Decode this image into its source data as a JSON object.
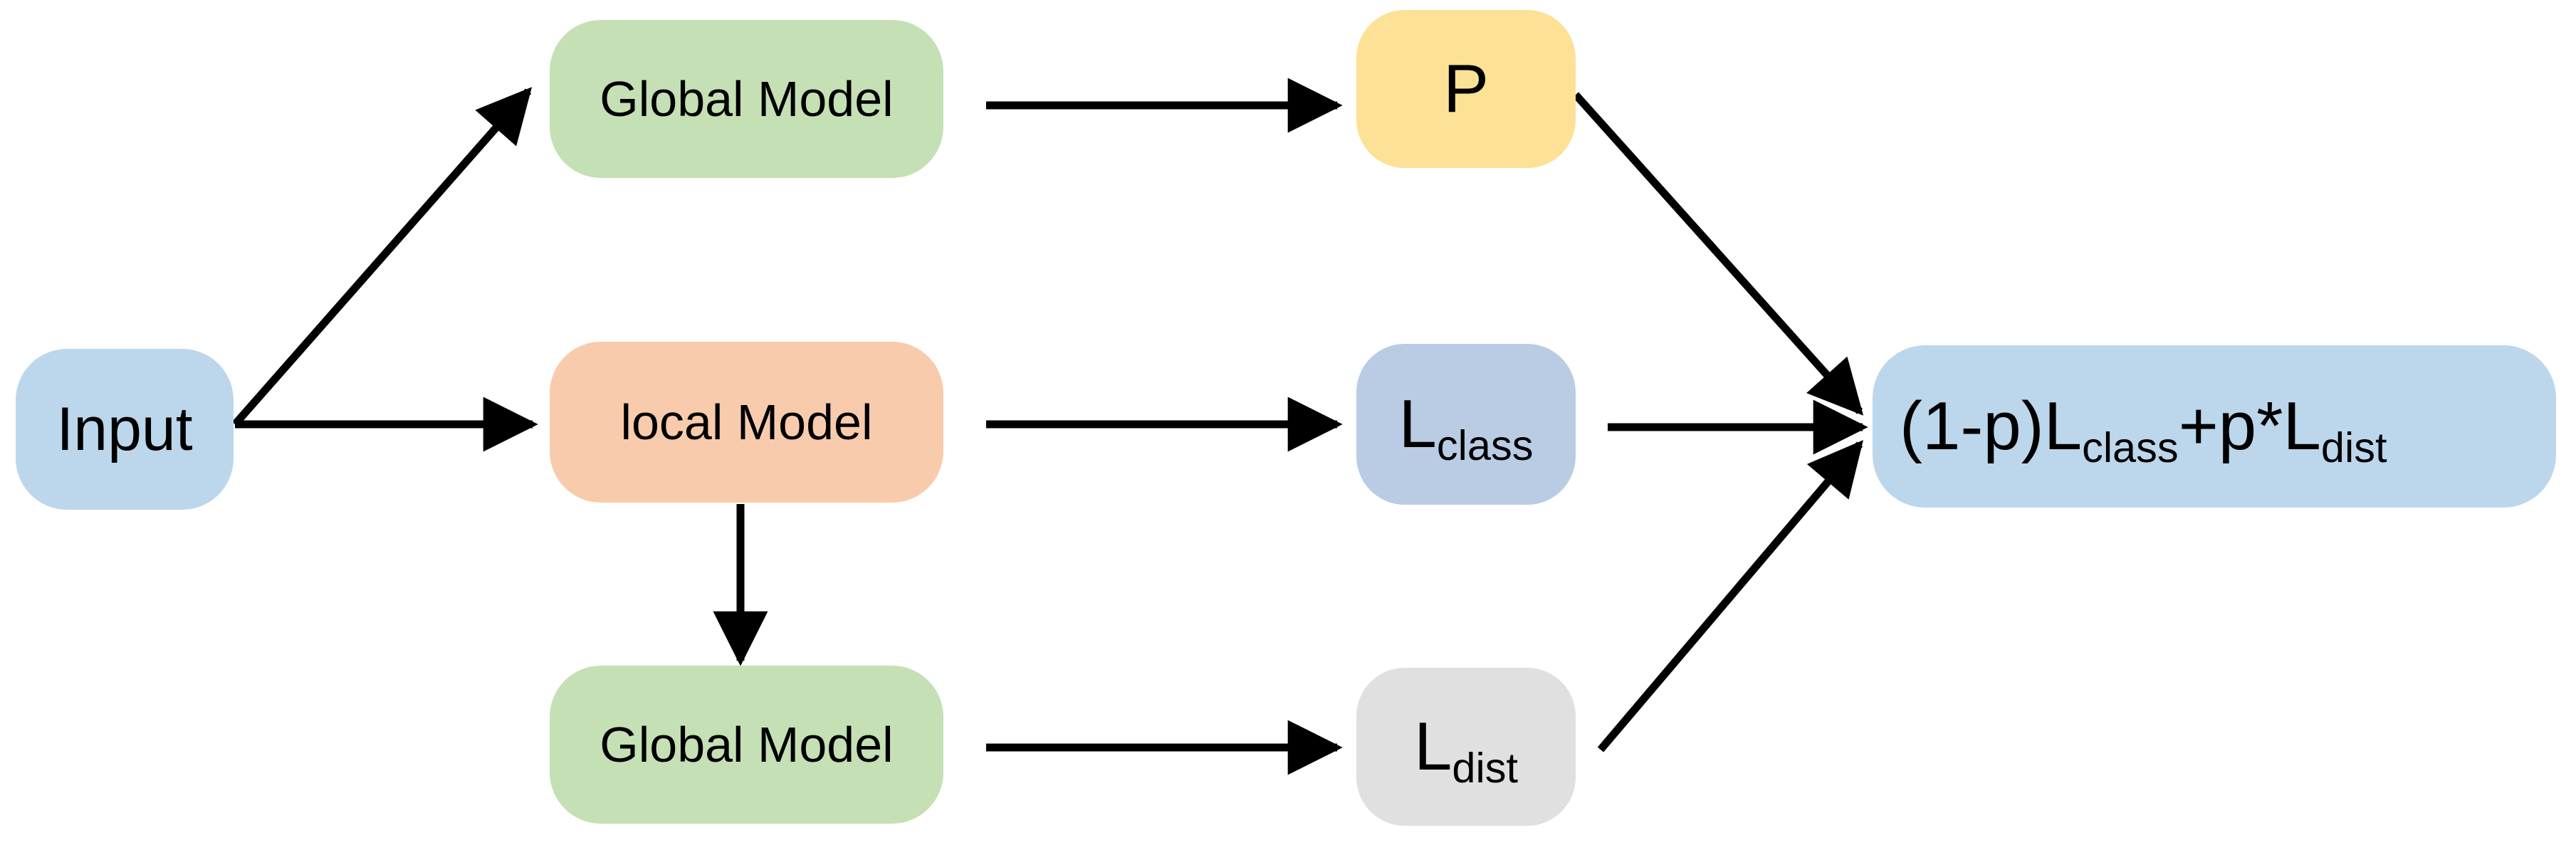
{
  "diagram": {
    "title": "Knowledge distillation loss composition flow",
    "background_color": "#ffffff",
    "edge_color": "#000000",
    "nodes": {
      "input": {
        "label": "Input",
        "color": "#bcd7ec",
        "shape": "rounded-rectangle"
      },
      "global_model_top": {
        "label": "Global Model",
        "color": "#c5e0b4",
        "shape": "rounded-rectangle"
      },
      "local_model": {
        "label": "local Model",
        "color": "#f8cbad",
        "shape": "rounded-rectangle"
      },
      "global_model_bottom": {
        "label": "Global Model",
        "color": "#c5e0b4",
        "shape": "rounded-rectangle"
      },
      "p": {
        "label": "P",
        "color": "#fce196",
        "shape": "rounded-rectangle"
      },
      "l_class": {
        "base": "L",
        "subscript": "class",
        "color": "#b9cce4",
        "shape": "rounded-rectangle"
      },
      "l_dist": {
        "base": "L",
        "subscript": "dist",
        "color": "#e0e0e0",
        "shape": "rounded-rectangle"
      },
      "loss_formula": {
        "part1": "(1-p)L",
        "sub1": "class",
        "part2": "+p*L",
        "sub2": "dist",
        "full_text": "(1-p)L_class+p*L_dist",
        "color": "#bcd7ec",
        "shape": "rounded-rectangle"
      }
    },
    "edges": [
      {
        "from": "input",
        "to": "global_model_top",
        "style": "diagonal-up-arrow"
      },
      {
        "from": "input",
        "to": "local_model",
        "style": "horizontal-arrow"
      },
      {
        "from": "global_model_top",
        "to": "p",
        "style": "horizontal-arrow"
      },
      {
        "from": "local_model",
        "to": "l_class",
        "style": "horizontal-arrow"
      },
      {
        "from": "local_model",
        "to": "global_model_bottom",
        "style": "vertical-down-arrow"
      },
      {
        "from": "global_model_bottom",
        "to": "l_dist",
        "style": "horizontal-arrow"
      },
      {
        "from": "p",
        "to": "loss_formula",
        "style": "diagonal-down-arrow"
      },
      {
        "from": "l_class",
        "to": "loss_formula",
        "style": "horizontal-arrow"
      },
      {
        "from": "l_dist",
        "to": "loss_formula",
        "style": "diagonal-up-arrow"
      }
    ]
  }
}
